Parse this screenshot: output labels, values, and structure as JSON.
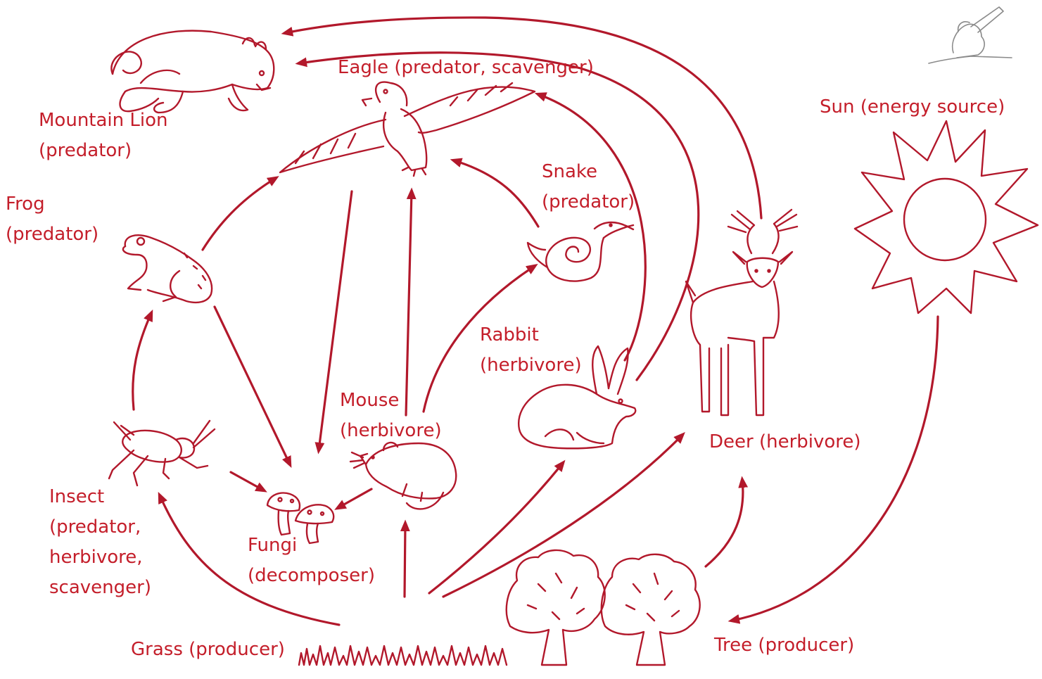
{
  "title_fragment": "(",
  "title_fragment_2": ")",
  "labels": {
    "mountain_lion": "Mountain Lion\n(predator)",
    "eagle": "Eagle (predator, scavenger)",
    "sun": "Sun (energy source)",
    "frog": "Frog\n(predator)",
    "snake": "Snake\n(predator)",
    "rabbit": "Rabbit\n(herbivore)",
    "mouse": "Mouse\n(herbivore)",
    "deer": "Deer (herbivore)",
    "insect": "Insect\n(predator,\nherbivore,\nscavenger)",
    "fungi": "Fungi\n(decomposer)",
    "grass": "Grass (producer)",
    "tree": "Tree (producer)"
  },
  "colors": {
    "ink": "#b2182b",
    "text": "#c41e2a",
    "watermark": "#8a8a8a"
  },
  "icons": [
    "mountain-lion-icon",
    "eagle-icon",
    "sun-icon",
    "frog-icon",
    "snake-icon",
    "rabbit-icon",
    "mouse-icon",
    "deer-icon",
    "insect-icon",
    "fungi-icon",
    "grass-icon",
    "tree-icon",
    "hand-pencil-icon"
  ],
  "relations": [
    {
      "from": "Sun",
      "to": "Tree"
    },
    {
      "from": "Tree",
      "to": "Deer"
    },
    {
      "from": "Grass",
      "to": "Deer"
    },
    {
      "from": "Grass",
      "to": "Rabbit"
    },
    {
      "from": "Grass",
      "to": "Mouse"
    },
    {
      "from": "Grass",
      "to": "Insect"
    },
    {
      "from": "Insect",
      "to": "Frog"
    },
    {
      "from": "Insect",
      "to": "Fungi"
    },
    {
      "from": "Frog",
      "to": "Eagle"
    },
    {
      "from": "Frog",
      "to": "Fungi"
    },
    {
      "from": "Mouse",
      "to": "Eagle"
    },
    {
      "from": "Mouse",
      "to": "Snake"
    },
    {
      "from": "Mouse",
      "to": "Fungi"
    },
    {
      "from": "Snake",
      "to": "Eagle"
    },
    {
      "from": "Eagle",
      "to": "Fungi"
    },
    {
      "from": "Rabbit",
      "to": "Eagle"
    },
    {
      "from": "Rabbit",
      "to": "Mountain Lion"
    },
    {
      "from": "Deer",
      "to": "Mountain Lion"
    }
  ]
}
